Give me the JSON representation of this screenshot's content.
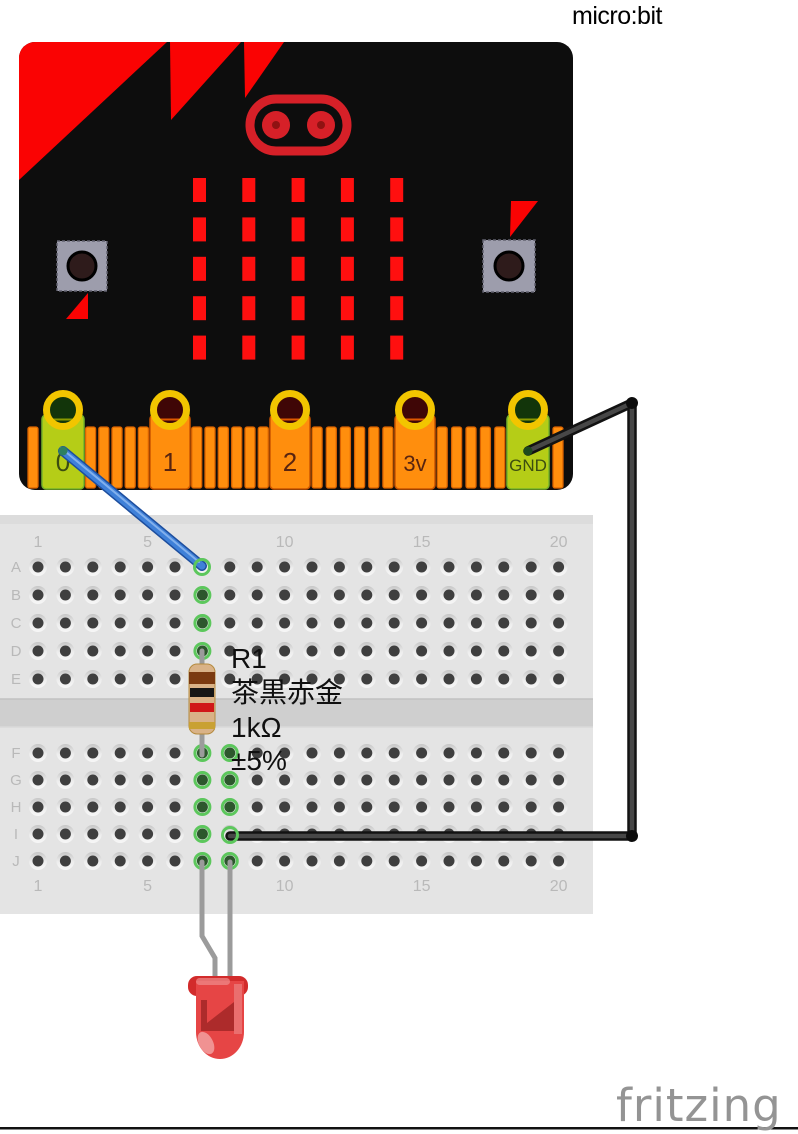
{
  "title": "micro:bit",
  "watermark": "fritzing",
  "microbit": {
    "pads": [
      {
        "label": "0",
        "connected": true
      },
      {
        "label": "1",
        "connected": false
      },
      {
        "label": "2",
        "connected": false
      },
      {
        "label": "3v",
        "connected": false
      },
      {
        "label": "GND",
        "connected": true
      }
    ],
    "led_matrix": {
      "rows": 5,
      "cols": 5
    },
    "buttons": [
      "button-a",
      "button-b"
    ]
  },
  "breadboard": {
    "column_labels": [
      "1",
      "5",
      "10",
      "15",
      "20"
    ],
    "row_labels_top": [
      "A",
      "B",
      "C",
      "D",
      "E"
    ],
    "row_labels_bottom": [
      "F",
      "G",
      "H",
      "I",
      "J"
    ],
    "columns": 20,
    "connected_holes": [
      "A7",
      "B7",
      "C7",
      "D7",
      "F7",
      "G7",
      "H7",
      "I7",
      "J7",
      "F8",
      "G8",
      "H8",
      "I8",
      "J8"
    ]
  },
  "resistor": {
    "designator": "R1",
    "color_code": "茶黒赤金",
    "resistance": "1kΩ",
    "tolerance": "±5%",
    "bands": [
      "brown",
      "black",
      "red",
      "gold"
    ]
  },
  "led": {
    "color": "red",
    "pins": [
      "J7",
      "J8"
    ]
  },
  "wires": [
    {
      "id": "signal-wire",
      "color": "#3f80d8",
      "from": "pin 0",
      "to": "A7"
    },
    {
      "id": "ground-wire",
      "color": "#2f2f2f",
      "from": "GND",
      "to": "I8"
    }
  ],
  "colors": {
    "board": "#0d0d0d",
    "accent_red": "#fa0303",
    "matrix_red": "#ff0f0f",
    "connector_orange": "#ff8e0d",
    "pad_green": "#b5cd17",
    "ring_yellow": "#f2c500",
    "breadboard_gray": "#e4e4e4",
    "hole_green": "#5cc75c"
  }
}
